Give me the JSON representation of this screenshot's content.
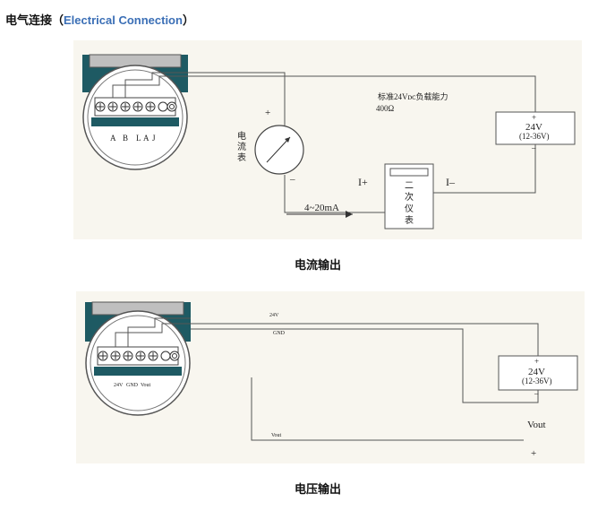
{
  "heading": {
    "cn": "电气连接（",
    "en": "Electrical Connection",
    "close": "）"
  },
  "diagram1": {
    "terminal_labels": [
      "A",
      "B",
      "L",
      "A",
      "J"
    ],
    "ammeter": {
      "label_chars": [
        "电",
        "流",
        "表"
      ],
      "plus": "+",
      "minus": "–"
    },
    "load_note_line1": "标准24Vᴅᴄ负载能力",
    "load_note_line2": "400Ω",
    "supply": {
      "plus": "+",
      "voltage": "24V",
      "range": "(12-36V)",
      "minus": "–"
    },
    "current_in": "I+",
    "current_out": "I–",
    "signal": "4~20mA",
    "instrument_chars": [
      "二",
      "次",
      "仪",
      "表"
    ],
    "caption": "电流输出"
  },
  "diagram2": {
    "terminal_labels": [
      "24V",
      "GND",
      "Vout"
    ],
    "wire_24v": "24V",
    "wire_gnd": "GND",
    "wire_vout": "Vout",
    "supply": {
      "plus": "+",
      "voltage": "24V",
      "range": "(12-36V)",
      "minus": "–"
    },
    "vout_label": "Vout",
    "vout_plus": "+",
    "caption": "电压输出"
  },
  "colors": {
    "teal": "#1e5a63",
    "panel": "#f8f6ef",
    "wire": "#555555",
    "accent": "#3b6fb6"
  }
}
